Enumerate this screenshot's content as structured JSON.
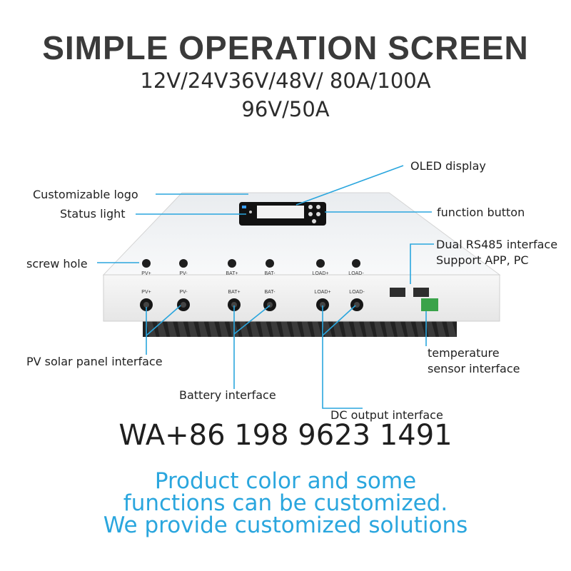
{
  "header": {
    "title": "SIMPLE OPERATION SCREEN",
    "line1": "12V/24V36V/48V/  80A/100A",
    "line2": "96V/50A"
  },
  "callouts": {
    "logo": "Customizable logo",
    "status": "Status light",
    "oled": "OLED display",
    "function": "function button",
    "rs485_1": "Dual RS485 interface",
    "rs485_2": "Support APP, PC",
    "screw": "screw hole",
    "pv": "PV solar panel interface",
    "battery": "Battery interface",
    "dc": "DC output interface",
    "temp_1": "temperature",
    "temp_2": "sensor interface"
  },
  "terminals": [
    "PV+",
    "PV-",
    "BAT+",
    "BAT-",
    "LOAD+",
    "LOAD-"
  ],
  "contact": "WA+86 198 9623 1491",
  "footer": {
    "line1": "Product color and some",
    "line2": "functions can be customized.",
    "line3": "We provide customized solutions"
  },
  "colors": {
    "accent": "#2aa6de",
    "title": "#3a3a3a"
  }
}
